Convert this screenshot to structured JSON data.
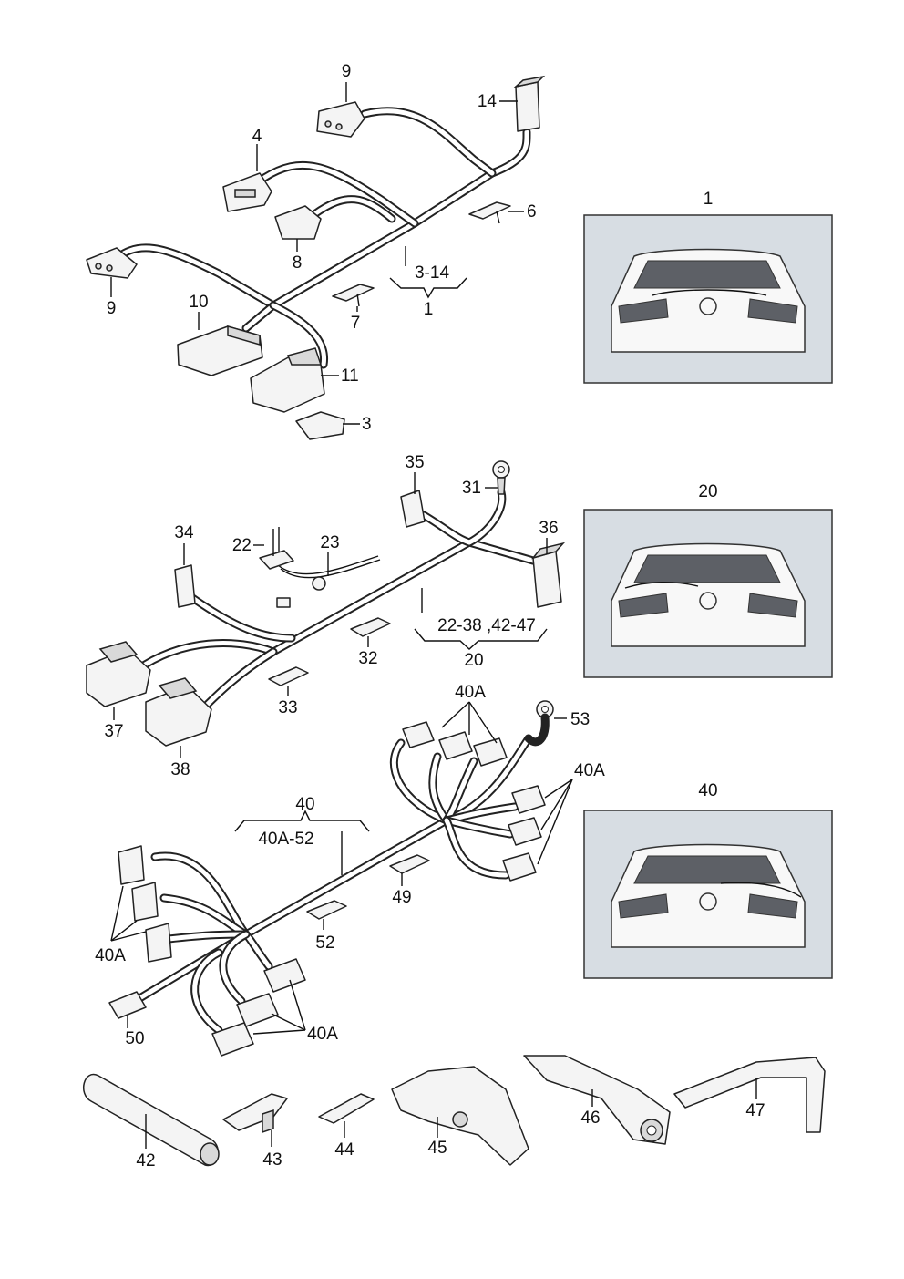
{
  "labels": {
    "g1_num_9a": "9",
    "g1_num_14": "14",
    "g1_num_4": "4",
    "g1_num_6": "6",
    "g1_num_8": "8",
    "g1_num_9b": "9",
    "g1_range": "3-14",
    "g1_group": "1",
    "g1_num_7": "7",
    "g1_num_10": "10",
    "g1_num_11": "11",
    "g1_num_3": "3",
    "g2_num_35": "35",
    "g2_num_31": "31",
    "g2_num_34": "34",
    "g2_num_36": "36",
    "g2_num_22": "22",
    "g2_num_23": "23",
    "g2_range": "22-38 ,42-47",
    "g2_group": "20",
    "g2_num_32": "32",
    "g2_num_33": "33",
    "g2_num_37": "37",
    "g2_num_38": "38",
    "g3_40a_top": "40A",
    "g3_num_53": "53",
    "g3_40a_right": "40A",
    "g3_group": "40",
    "g3_range": "40A-52",
    "g3_num_49": "49",
    "g3_num_52": "52",
    "g3_40a_left": "40A",
    "g3_40a_bottom": "40A",
    "g3_num_50": "50",
    "p_num_42": "42",
    "p_num_43": "43",
    "p_num_44": "44",
    "p_num_45": "45",
    "p_num_46": "46",
    "p_num_47": "47"
  },
  "thumbnails": [
    {
      "caption": "1"
    },
    {
      "caption": "20"
    },
    {
      "caption": "40"
    }
  ],
  "colors": {
    "thumbnail_background": "#d7dde3",
    "line": "#222222"
  }
}
